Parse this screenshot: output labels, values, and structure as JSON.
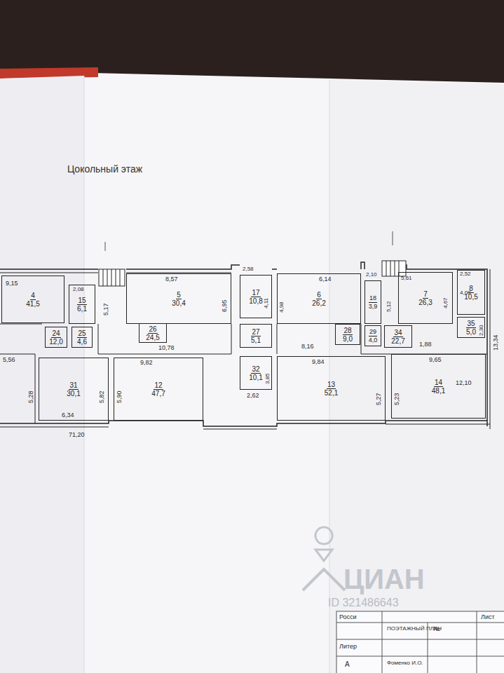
{
  "diagram": {
    "title": "Цокольный этаж",
    "nodes": [
      {
        "text": [
          "4",
          "41,5"
        ]
      },
      {
        "text": [
          "15",
          "6,1"
        ]
      },
      {
        "text": [
          "5",
          "30,4"
        ]
      },
      {
        "text": [
          "17",
          "10,8"
        ]
      },
      {
        "text": [
          "6",
          "26,2"
        ]
      },
      {
        "text": [
          "18",
          "3,9"
        ]
      },
      {
        "text": [
          "7",
          "26,3"
        ]
      },
      {
        "text": [
          "8",
          "10,5"
        ]
      },
      {
        "text": [
          "24",
          "12,0"
        ]
      },
      {
        "text": [
          "25",
          "4,6"
        ]
      },
      {
        "text": [
          "26",
          "24,5"
        ]
      },
      {
        "text": [
          "27",
          "5,1"
        ]
      },
      {
        "text": [
          "28",
          "9,0"
        ]
      },
      {
        "text": [
          "29",
          "4,0"
        ]
      },
      {
        "text": [
          "34",
          "22,7"
        ]
      },
      {
        "text": [
          "35",
          "5,0"
        ]
      },
      {
        "text": [
          "31",
          "30,1"
        ]
      },
      {
        "text": [
          "12",
          "47,7"
        ]
      },
      {
        "text": [
          "32",
          "10,1"
        ]
      },
      {
        "text": [
          "13",
          "52,1"
        ]
      },
      {
        "text": [
          "14",
          "48,1"
        ]
      }
    ],
    "labels": [
      "9,15",
      "2,08",
      "5,17",
      "8,57",
      "6,95",
      "10,78",
      "2,58",
      "4,11",
      "4,98",
      "6,14",
      "8,16",
      "2,10",
      "5,12",
      "5,61",
      "4,67",
      "2,52",
      "4,00",
      "2,30",
      "1,88",
      "9,65",
      "13,34",
      "5,56",
      "5,28",
      "5,82",
      "6,34",
      "9,82",
      "5,90",
      "2,62",
      "3,85",
      "9,84",
      "5,27",
      "5,23",
      "12,10",
      "71,20",
      "ЦИАН",
      "ID 321486643",
      "Росси",
      "ПОЭТАЖНЫЙ ПЛАН",
      "Лист",
      "Литер",
      "А",
      "№",
      "Фоменко И.О."
    ]
  }
}
